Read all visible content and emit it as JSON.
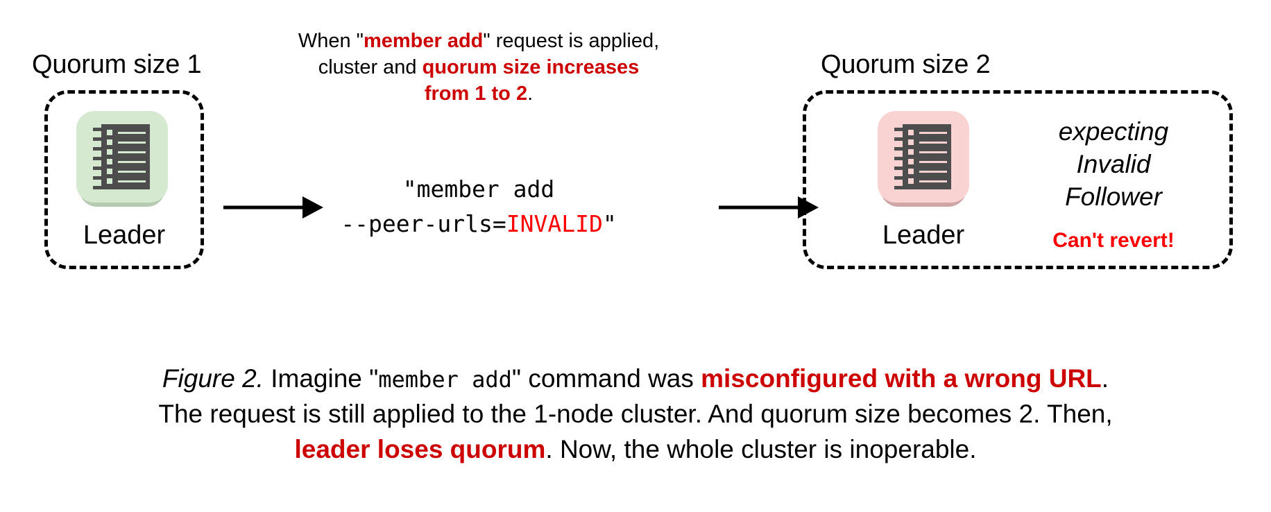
{
  "figure": {
    "left_cluster": {
      "title": "Quorum size 1",
      "node_role": "Leader",
      "node_color": "#d5e8d0"
    },
    "right_cluster": {
      "title": "Quorum size 2",
      "node_role": "Leader",
      "node_color": "#f9d2d2",
      "expecting_line1": "expecting",
      "expecting_line2": "Invalid",
      "expecting_line3": "Follower",
      "warning": "Can't revert!"
    },
    "annotation": {
      "line1_a": "When \"",
      "line1_b": "member add",
      "line1_c": "\" request is applied,",
      "line2_a": "cluster and ",
      "line2_b": "quorum size increases",
      "line3_b": "from 1 to 2",
      "line3_c": "."
    },
    "command": {
      "line1": "\"member add",
      "line2_a": "--peer-urls=",
      "line2_b": "INVALID",
      "line2_c": "\""
    },
    "caption": {
      "figure_label": "Figure 2.",
      "l1_a": " Imagine \"",
      "l1_mono": "member add",
      "l1_b": "\" command was ",
      "l1_red": "misconfigured with a wrong URL",
      "l1_c": ".",
      "l2": "The request is still applied to the 1-node cluster. And quorum size becomes 2. Then,",
      "l3_red": "leader loses quorum",
      "l3_tail": ". Now, the whole cluster is inoperable."
    },
    "colors": {
      "accent_red": "#cc0000",
      "bright_red": "#ff0000",
      "node_dark": "#4d4d4d"
    }
  }
}
